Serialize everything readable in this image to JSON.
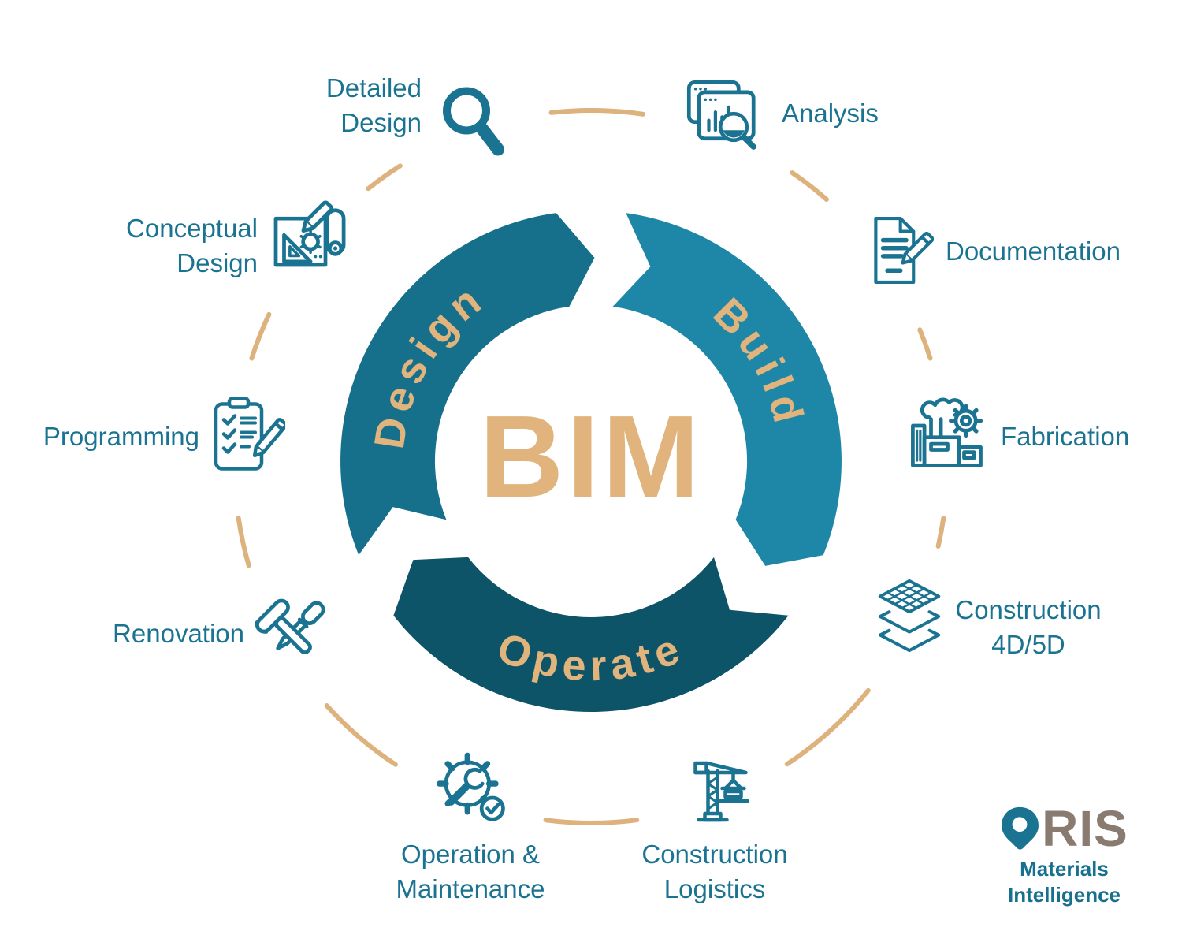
{
  "title": "BIM",
  "segments": [
    {
      "label": "Design"
    },
    {
      "label": "Build"
    },
    {
      "label": "Operate"
    }
  ],
  "colors": {
    "design": "#16708c",
    "build": "#1e87a8",
    "operate": "#0e5468",
    "gold": "#e0b47c",
    "ring": "#ddb27d",
    "teal": "#1b7392",
    "logo_taupe": "#8a7b71",
    "logo_teal": "#16708e"
  },
  "items": [
    {
      "name": "detailed-design",
      "icon": "magnifier-icon",
      "lines": [
        "Detailed",
        "Design"
      ]
    },
    {
      "name": "analysis",
      "icon": "chart-window-magnifier-icon",
      "lines": [
        "Analysis"
      ]
    },
    {
      "name": "documentation",
      "icon": "document-pencil-icon",
      "lines": [
        "Documentation"
      ]
    },
    {
      "name": "fabrication",
      "icon": "factory-gear-icon",
      "lines": [
        "Fabrication"
      ]
    },
    {
      "name": "construction-4d-5d",
      "icon": "stacked-layers-icon",
      "lines": [
        "Construction",
        "4D/5D"
      ]
    },
    {
      "name": "construction-logistics",
      "icon": "tower-crane-icon",
      "lines": [
        "Construction",
        "Logistics"
      ]
    },
    {
      "name": "operation-maintenance",
      "icon": "gear-wrench-check-icon",
      "lines": [
        "Operation &",
        "Maintenance"
      ]
    },
    {
      "name": "renovation",
      "icon": "hammer-screwdriver-icon",
      "lines": [
        "Renovation"
      ]
    },
    {
      "name": "programming",
      "icon": "clipboard-checklist-pencil-icon",
      "lines": [
        "Programming"
      ]
    },
    {
      "name": "conceptual-design",
      "icon": "blueprint-drafting-icon",
      "lines": [
        "Conceptual",
        "Design"
      ]
    }
  ],
  "logo": {
    "wordmark_suffix": "RIS",
    "tagline_line1": "Materials",
    "tagline_line2": "Intelligence"
  }
}
